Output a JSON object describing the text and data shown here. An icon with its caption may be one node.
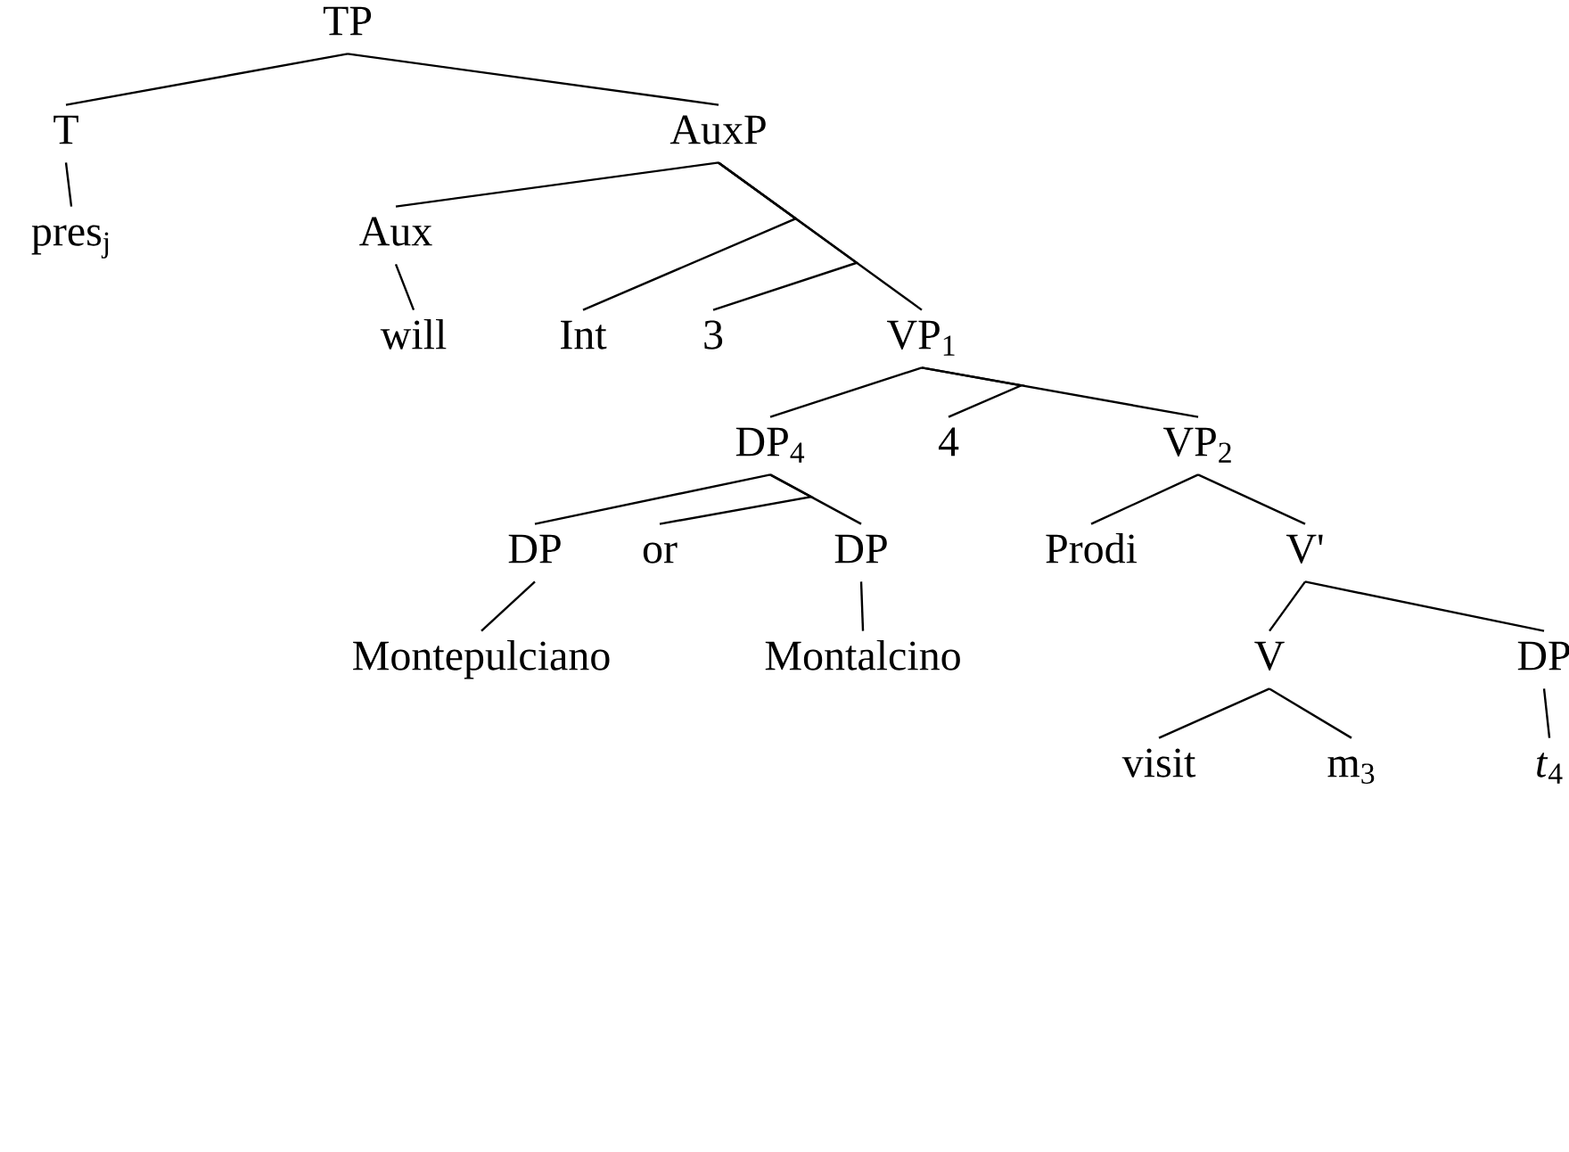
{
  "diagram": {
    "nodes": [
      {
        "text": [
          "TP"
        ]
      },
      {
        "text": [
          "T"
        ]
      },
      {
        "text": [
          "AuxP"
        ]
      },
      {
        "text": [
          "pres$_{j}$"
        ]
      },
      {
        "text": [
          "Aux"
        ]
      },
      {
        "text": [
          "will"
        ]
      },
      {
        "text": [
          "Int"
        ]
      },
      {
        "text": [
          "3"
        ]
      },
      {
        "text": [
          "VP$_{1}$"
        ]
      },
      {
        "text": [
          "DP$_{4}$"
        ]
      },
      {
        "text": [
          "4"
        ]
      },
      {
        "text": [
          "VP$_{2}$"
        ]
      },
      {
        "text": [
          "DP"
        ]
      },
      {
        "text": [
          "or"
        ]
      },
      {
        "text": [
          "DP"
        ]
      },
      {
        "text": [
          "Prodi"
        ]
      },
      {
        "text": [
          "V'"
        ]
      },
      {
        "text": [
          "Montepulciano"
        ]
      },
      {
        "text": [
          "Montalcino"
        ]
      },
      {
        "text": [
          "V"
        ]
      },
      {
        "text": [
          "DP"
        ]
      },
      {
        "text": [
          "visit"
        ]
      },
      {
        "text": [
          "m$_{3}$"
        ]
      },
      {
        "text": [
          "*t*$_{4}$"
        ]
      }
    ],
    "edges": [
      {
        "from": 0,
        "to": 1,
        "arrow": "none"
      },
      {
        "from": 0,
        "to": 2,
        "arrow": "none"
      },
      {
        "from": 1,
        "to": 3,
        "arrow": "none"
      },
      {
        "from": 2,
        "to": 4,
        "arrow": "none"
      },
      {
        "from": 4,
        "to": 5,
        "arrow": "none"
      },
      {
        "from": 2,
        "to": 6,
        "arrow": "none"
      },
      {
        "from": 2,
        "to": 7,
        "arrow": "none"
      },
      {
        "from": 2,
        "to": 8,
        "arrow": "none"
      },
      {
        "from": 8,
        "to": 9,
        "arrow": "none"
      },
      {
        "from": 8,
        "to": 10,
        "arrow": "none"
      },
      {
        "from": 8,
        "to": 11,
        "arrow": "none"
      },
      {
        "from": 9,
        "to": 12,
        "arrow": "none"
      },
      {
        "from": 9,
        "to": 13,
        "arrow": "none"
      },
      {
        "from": 9,
        "to": 14,
        "arrow": "none"
      },
      {
        "from": 12,
        "to": 17,
        "arrow": "none"
      },
      {
        "from": 14,
        "to": 18,
        "arrow": "none"
      },
      {
        "from": 11,
        "to": 15,
        "arrow": "none"
      },
      {
        "from": 11,
        "to": 16,
        "arrow": "none"
      },
      {
        "from": 16,
        "to": 19,
        "arrow": "none"
      },
      {
        "from": 16,
        "to": 20,
        "arrow": "none"
      },
      {
        "from": 19,
        "to": 21,
        "arrow": "none"
      },
      {
        "from": 19,
        "to": 22,
        "arrow": "none"
      },
      {
        "from": 20,
        "to": 23,
        "arrow": "none"
      }
    ]
  }
}
